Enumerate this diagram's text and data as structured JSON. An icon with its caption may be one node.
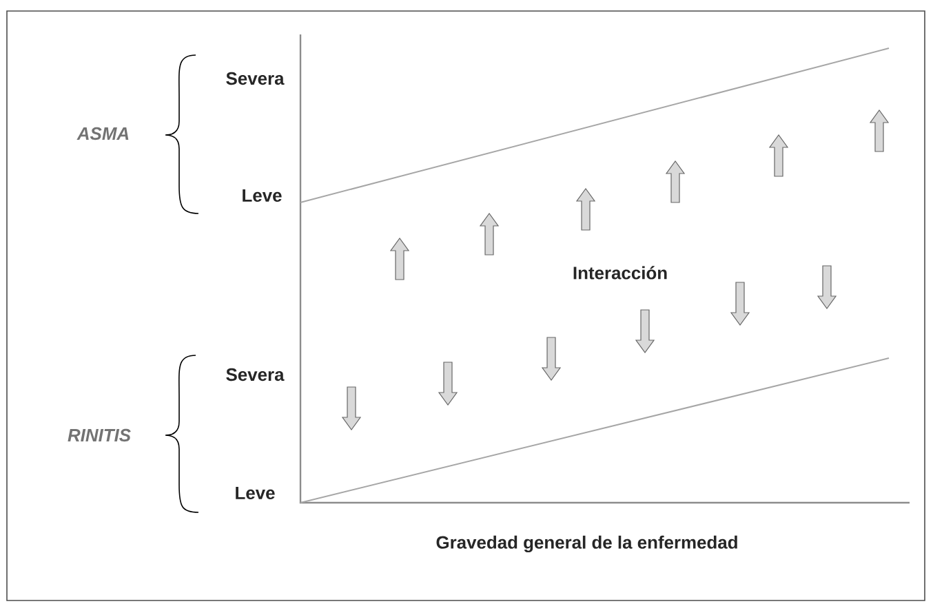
{
  "diagram": {
    "labels": [
      "Severa",
      "ASMA",
      "Leve",
      "Interacción",
      "Severa",
      "RINITIS",
      "Leve",
      "Gravedad general de la enfermedad"
    ]
  }
}
